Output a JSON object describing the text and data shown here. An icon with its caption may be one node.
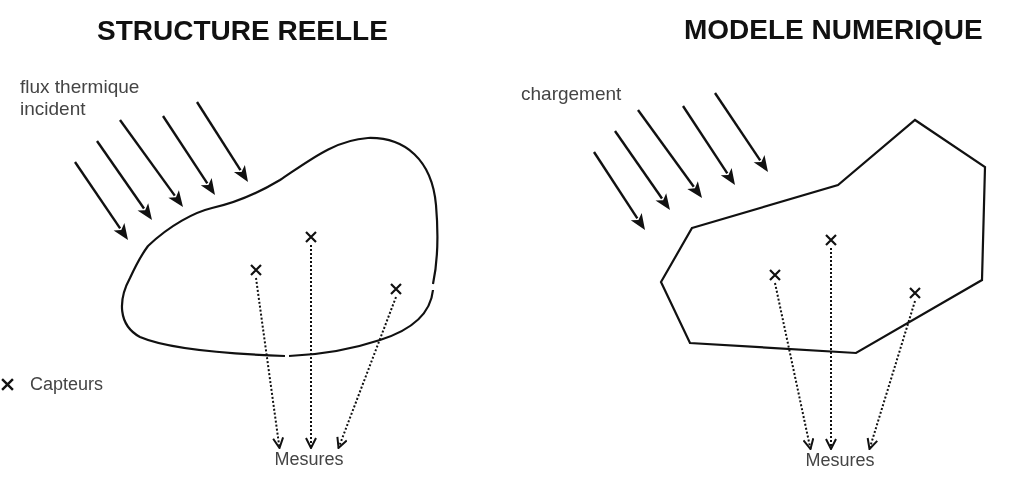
{
  "diagram": {
    "nodes": [
      {
        "text": [],
        "shape": "cross"
      },
      {
        "text": [],
        "shape": "cross"
      },
      {
        "text": [],
        "shape": "cross"
      },
      {
        "text": [
          "Mesures"
        ]
      },
      {
        "text": [],
        "shape": "cross"
      },
      {
        "text": [],
        "shape": "cross"
      },
      {
        "text": [],
        "shape": "cross"
      },
      {
        "text": [
          "Mesures"
        ]
      }
    ],
    "edges": [
      {
        "from": 0,
        "to": 3,
        "arrow": "to",
        "style": "dashed"
      },
      {
        "from": 1,
        "to": 3,
        "arrow": "to",
        "style": "dashed"
      },
      {
        "from": 2,
        "to": 3,
        "arrow": "to",
        "style": "dashed"
      },
      {
        "from": 4,
        "to": 7,
        "arrow": "to",
        "style": "dashed"
      },
      {
        "from": 5,
        "to": 7,
        "arrow": "to",
        "style": "dashed"
      },
      {
        "from": 6,
        "to": 7,
        "arrow": "to",
        "style": "dashed"
      }
    ],
    "labels": [
      "STRUCTURE REELLE",
      "MODELE NUMERIQUE",
      "flux thermique incident",
      "chargement"
    ],
    "legend": [
      {
        "text": "Capteurs"
      }
    ]
  }
}
